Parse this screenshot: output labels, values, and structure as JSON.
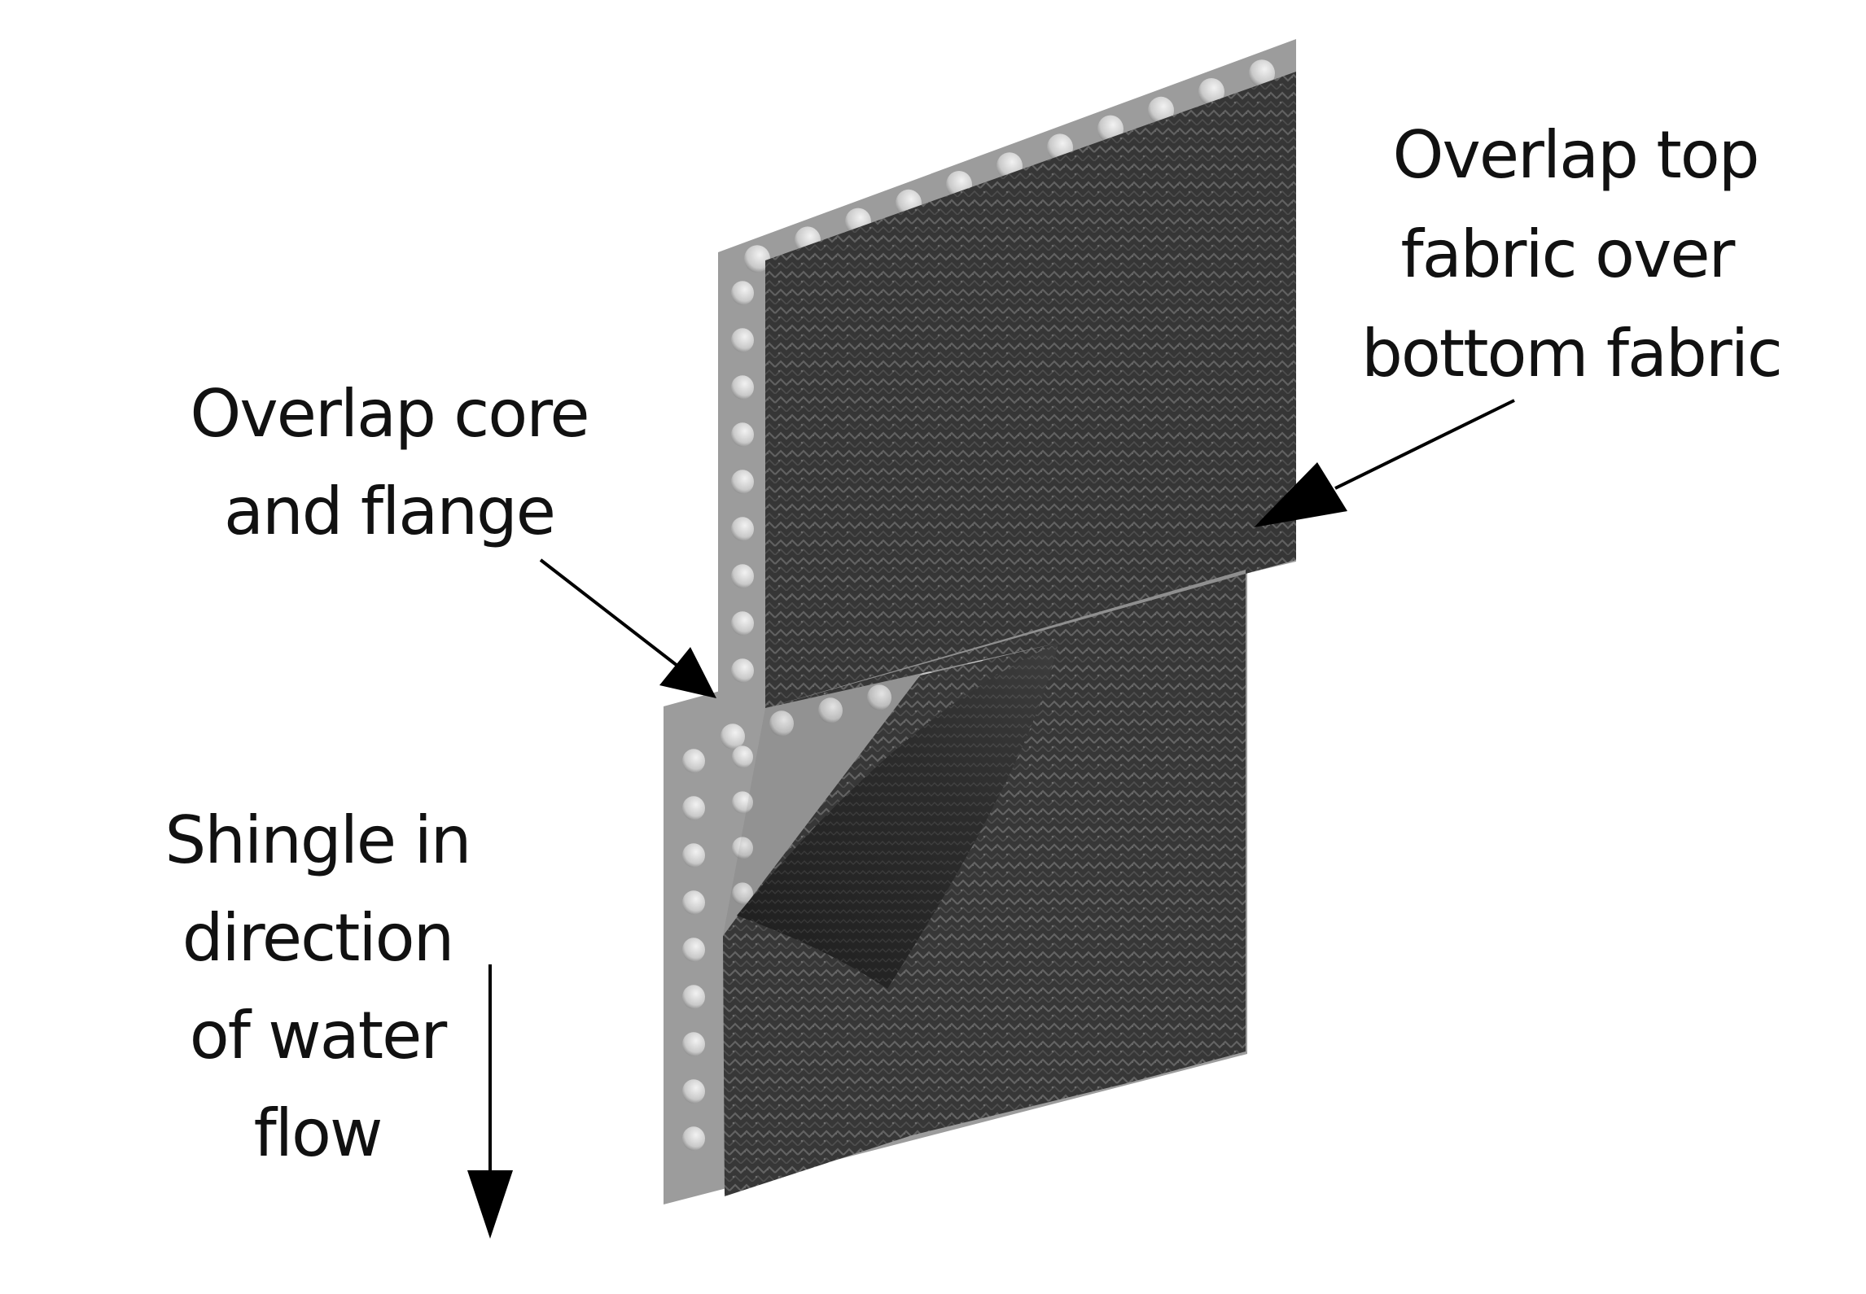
{
  "labels": {
    "top_right": [
      "Overlap top",
      "fabric over",
      "bottom fabric"
    ],
    "left_middle": [
      "Overlap core",
      "and flange"
    ],
    "bottom_left": [
      "Shingle in",
      "direction",
      "of water",
      "flow"
    ]
  },
  "colors": {
    "background": "#ffffff",
    "fabric": "#3d3d3d",
    "core_panel": "#9a9a9a",
    "dimple": "#d8d8d8",
    "arrow": "#000000",
    "text": "#111111"
  }
}
